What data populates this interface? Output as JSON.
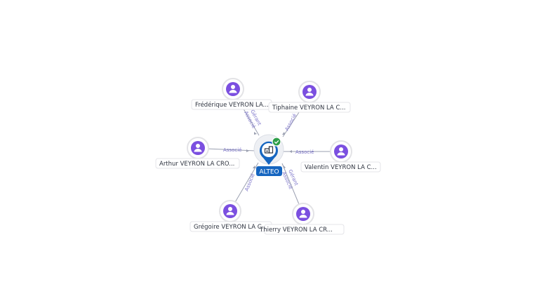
{
  "center": {
    "label": "ALTEO",
    "icon": "building-icon",
    "badge_icon": "check-icon",
    "colors": {
      "pin": "#1565c0",
      "badge": "#2e9e49"
    }
  },
  "people": [
    {
      "id": "frederique",
      "name": "Frédérique VEYRON LA...",
      "relations": [
        "Gérant",
        "Associé"
      ]
    },
    {
      "id": "tiphaine",
      "name": "Tiphaine VEYRON LA C...",
      "relations": [
        "Associé"
      ]
    },
    {
      "id": "arthur",
      "name": "Arthur VEYRON LA CRO...",
      "relations": [
        "Associé"
      ]
    },
    {
      "id": "valentin",
      "name": "Valentin VEYRON LA C...",
      "relations": [
        "Associé"
      ]
    },
    {
      "id": "gregoire",
      "name": "Grégoire VEYRON LA C...",
      "relations": [
        "Associé"
      ]
    },
    {
      "id": "thierry",
      "name": "Thierry VEYRON LA CR...",
      "relations": [
        "Gérant",
        "Associé"
      ]
    }
  ],
  "colors": {
    "person": "#7b4fe0",
    "edge_label": "#7b73c9",
    "edge": "#9a9fb0"
  }
}
